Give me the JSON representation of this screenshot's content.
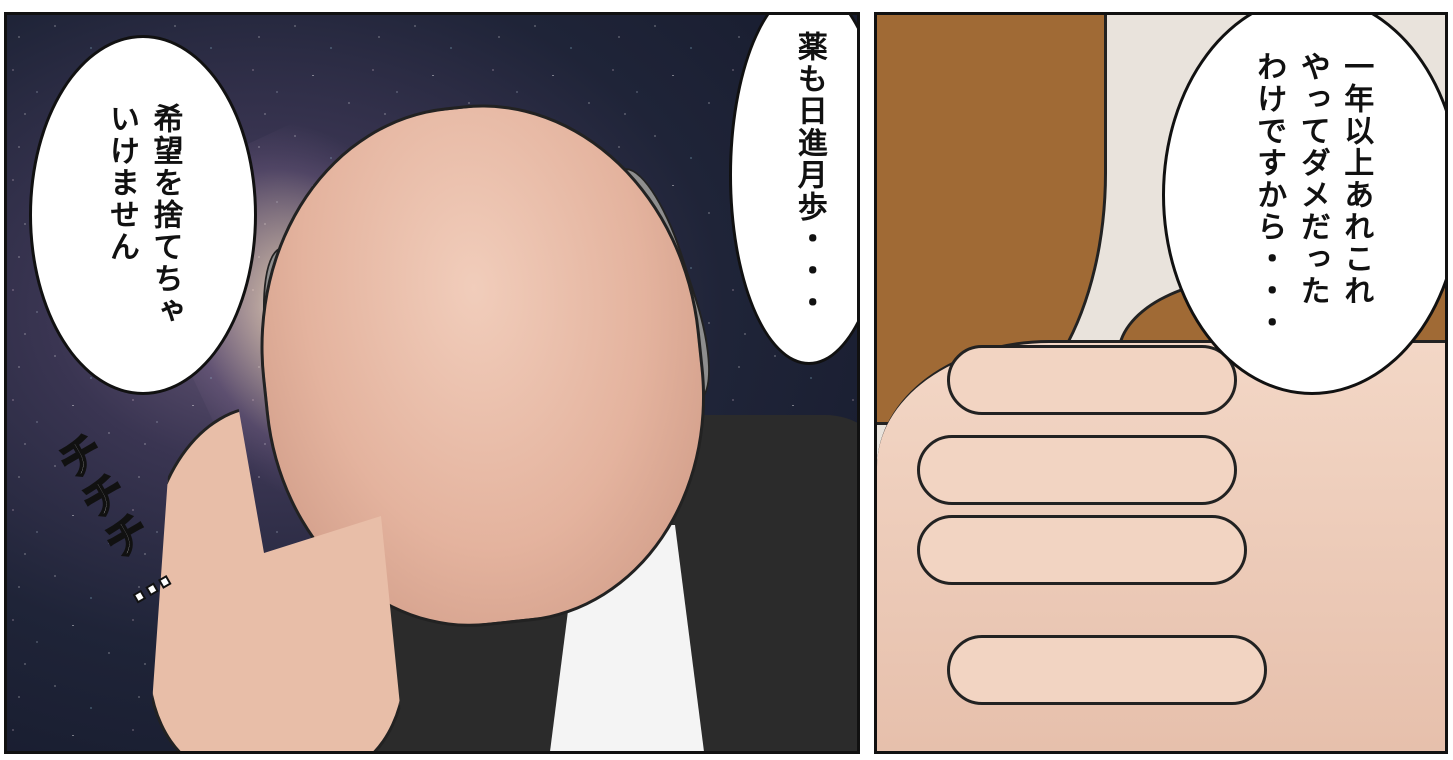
{
  "left_panel": {
    "bubble_top": {
      "text": "薬も日進月歩・・・"
    },
    "bubble_left": {
      "text": "希望を捨てちゃ\nいけません"
    },
    "sound_effect": {
      "text": "チチチ…"
    }
  },
  "right_panel": {
    "bubble": {
      "text": "一年以上あれこれ\nやってダメだった\nわけですから・・・"
    }
  },
  "colors": {
    "space_background": "#1f2438",
    "suit": "#2b2b2b",
    "jacket": "#a06a35",
    "skin": "#e8bea8"
  }
}
